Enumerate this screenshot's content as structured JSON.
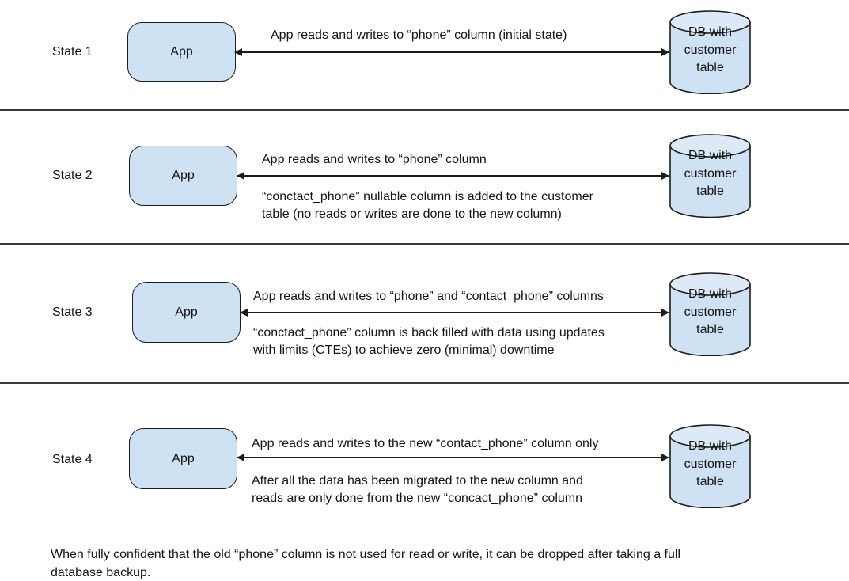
{
  "rows": [
    {
      "state": "State 1",
      "app_label": "App",
      "arrow_text": "App reads and writes to “phone” column (initial state)",
      "note": "",
      "db_label": "DB with\ncustomer\ntable"
    },
    {
      "state": "State 2",
      "app_label": "App",
      "arrow_text": "App reads and writes to “phone” column",
      "note": "“conctact_phone” nullable column is added to the customer\ntable (no reads or writes are done to the new column)",
      "db_label": "DB with\ncustomer\ntable"
    },
    {
      "state": "State 3",
      "app_label": "App",
      "arrow_text": "App reads and writes to “phone” and “contact_phone” columns",
      "note": "“conctact_phone” column is back filled with data using updates\nwith limits (CTEs) to achieve zero (minimal) downtime",
      "db_label": "DB with\ncustomer\ntable"
    },
    {
      "state": "State 4",
      "app_label": "App",
      "arrow_text": "App reads and writes to the new “contact_phone” column only",
      "note": "After all the data has been migrated to the new column and\nreads are only done from the new “concact_phone” column",
      "db_label": "DB with\ncustomer\ntable"
    }
  ],
  "footer": "When fully confident that the old “phone” column is not used for read or write, it can be dropped after taking a full\ndatabase backup.",
  "colors": {
    "shape_fill": "#cfe2f3",
    "shape_fill_top": "#dde9f6",
    "stroke": "#1c1c1c",
    "background": "#ffffff"
  }
}
